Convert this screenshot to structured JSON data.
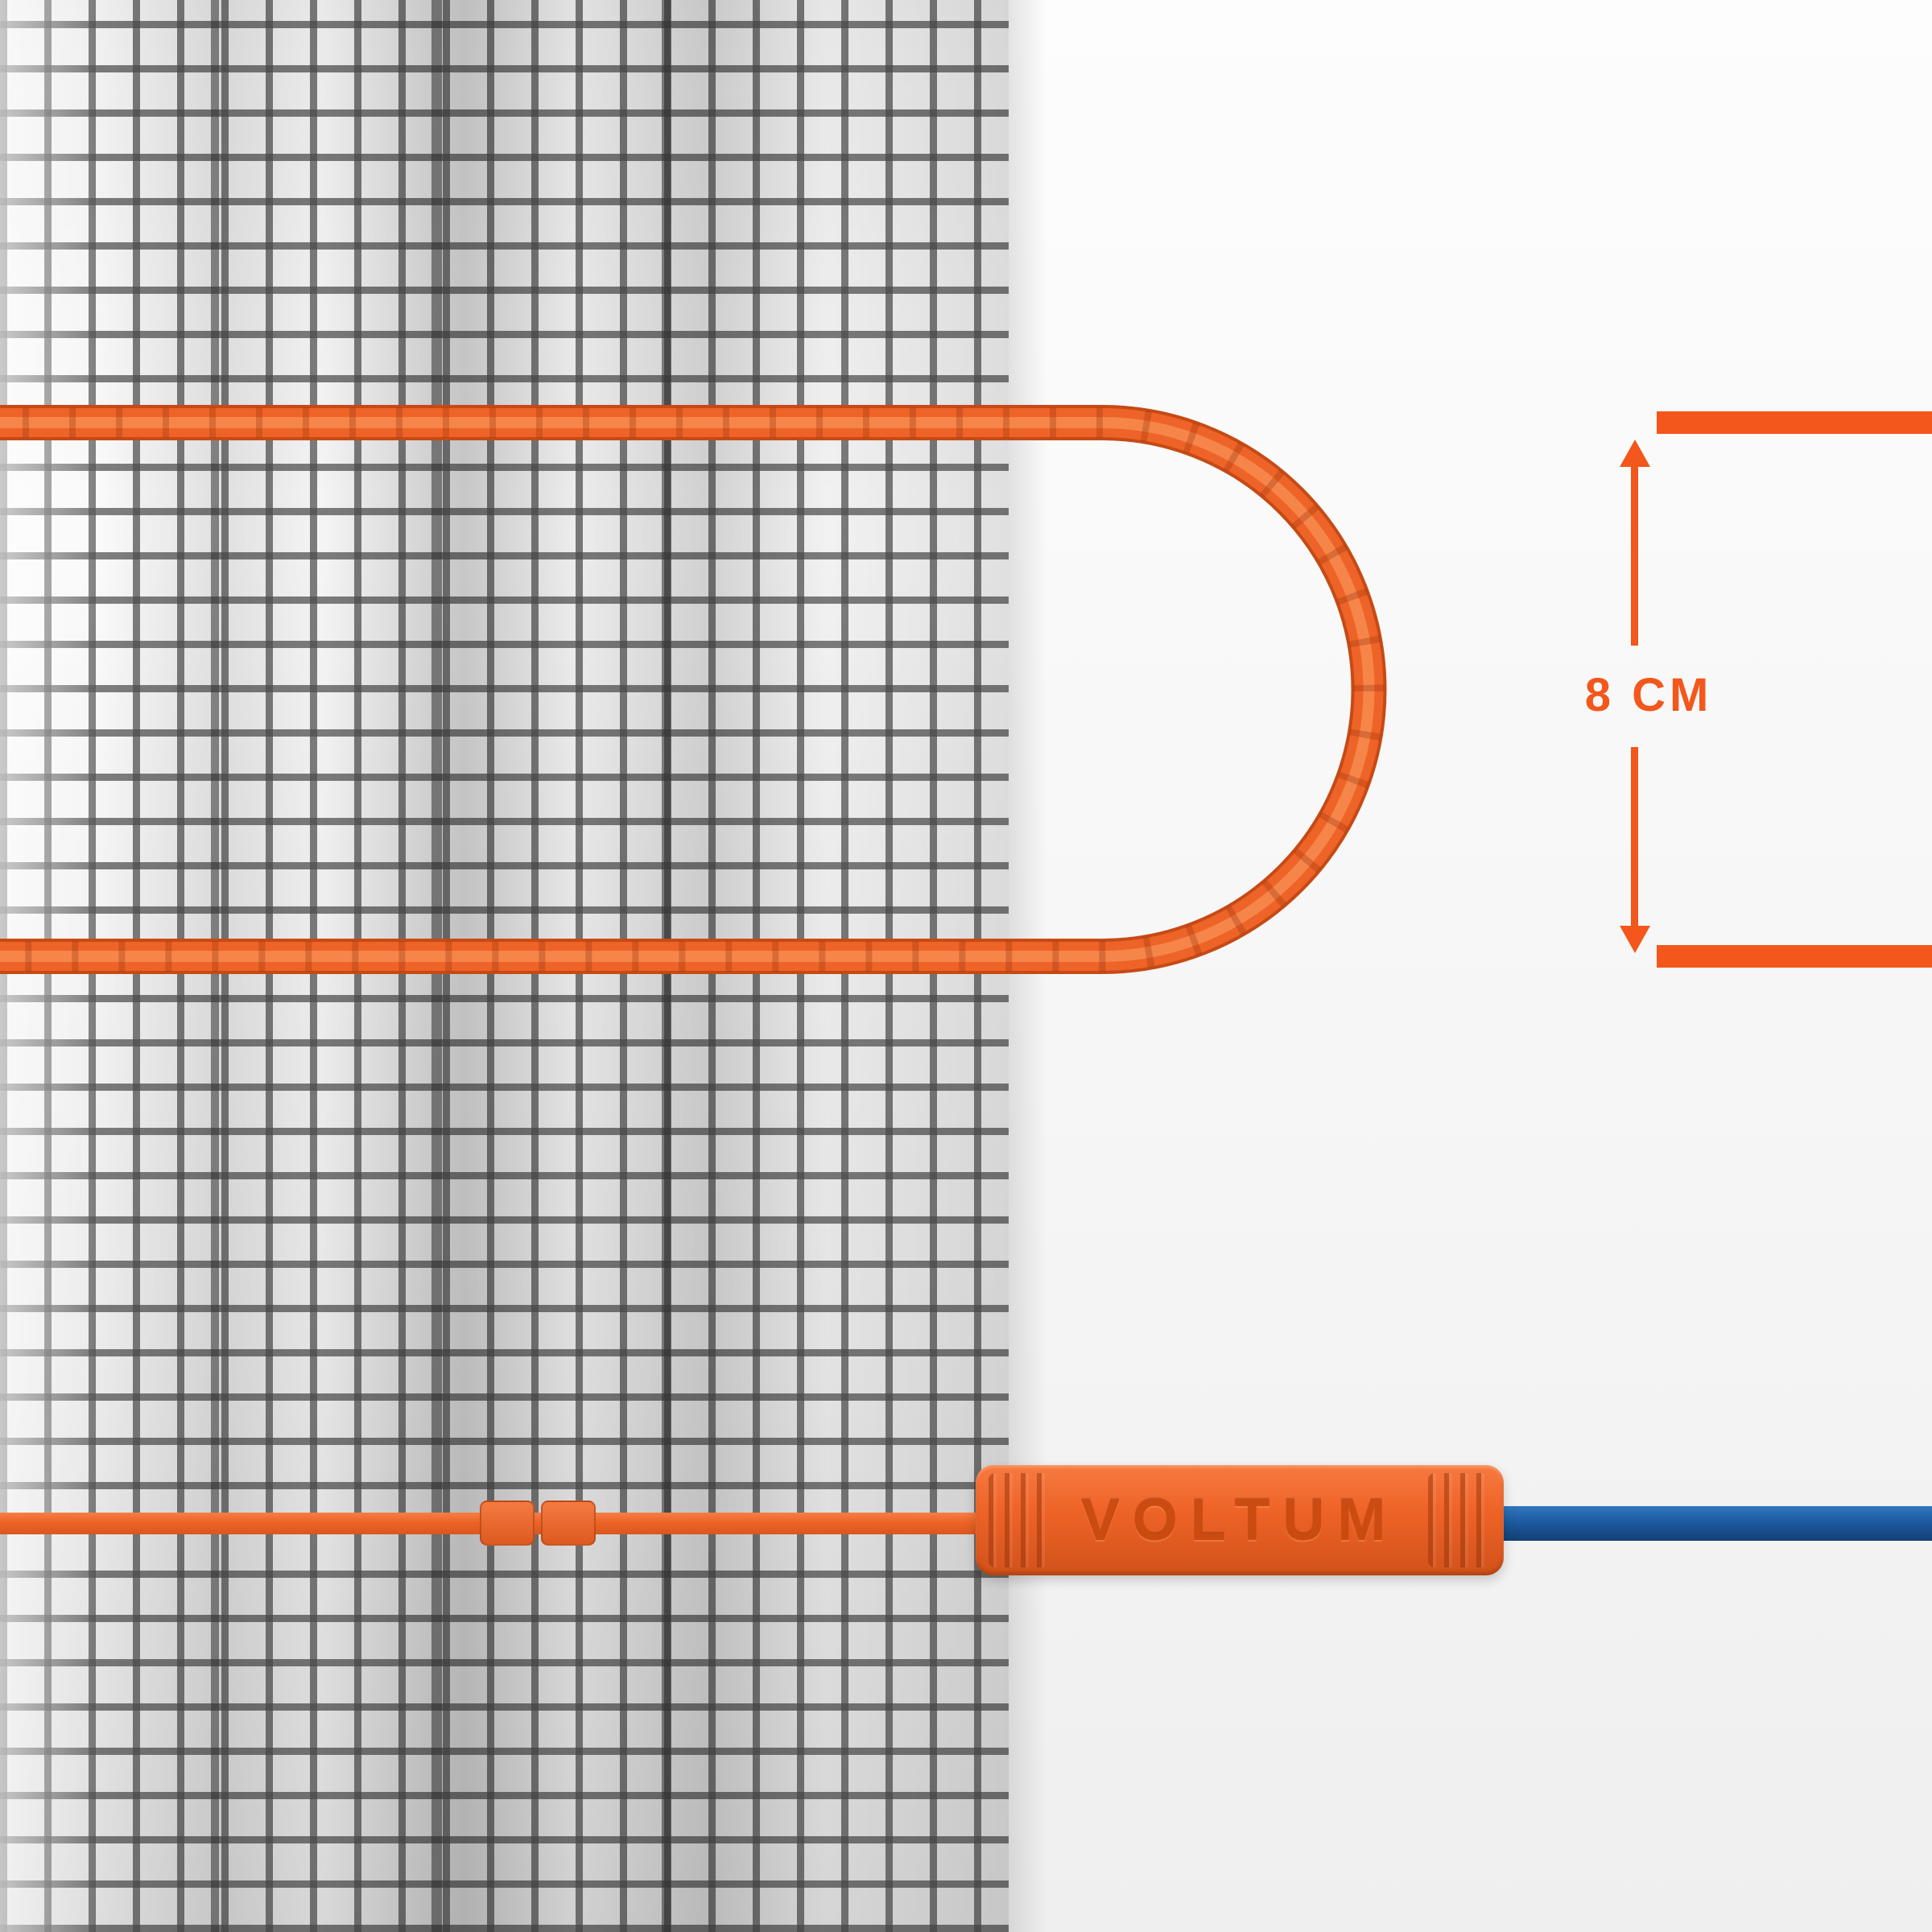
{
  "diagram": {
    "type": "heating-mat-cable-spacing-diagram",
    "dimension": {
      "label": "8 CM"
    },
    "connector": {
      "brand_label": "VOLTUM"
    }
  },
  "colors": {
    "cable-orange": "#EE6327",
    "cable-orange-dark": "#C64A15",
    "cable-orange-light": "#F78B51",
    "dimension-orange": "#F3571C",
    "brand-text": "#C8490E",
    "lead-blue": "#1B5A9E",
    "mesh-wire": "#6E6E6E",
    "page-bg": "#F5F5F5"
  }
}
